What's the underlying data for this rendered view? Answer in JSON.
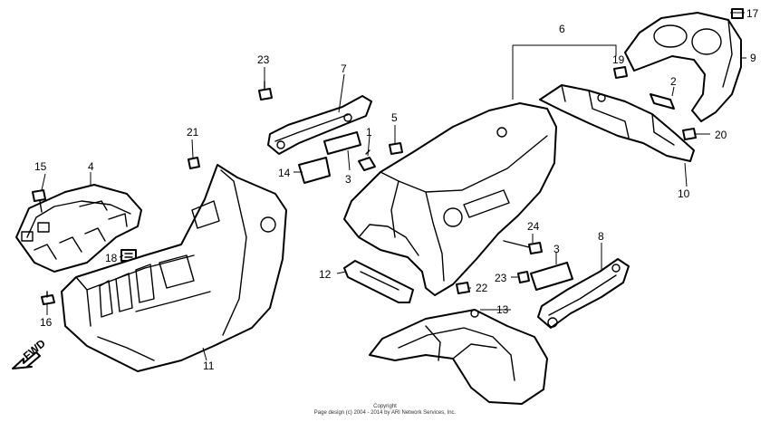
{
  "fwd_label": "FWD",
  "callouts": [
    {
      "id": "c1",
      "label": "1"
    },
    {
      "id": "c2",
      "label": "2"
    },
    {
      "id": "c3a",
      "label": "3"
    },
    {
      "id": "c3b",
      "label": "3"
    },
    {
      "id": "c4",
      "label": "4"
    },
    {
      "id": "c5",
      "label": "5"
    },
    {
      "id": "c6",
      "label": "6"
    },
    {
      "id": "c7",
      "label": "7"
    },
    {
      "id": "c8",
      "label": "8"
    },
    {
      "id": "c9",
      "label": "9"
    },
    {
      "id": "c10",
      "label": "10"
    },
    {
      "id": "c11",
      "label": "11"
    },
    {
      "id": "c12",
      "label": "12"
    },
    {
      "id": "c13",
      "label": "13"
    },
    {
      "id": "c14",
      "label": "14"
    },
    {
      "id": "c15",
      "label": "15"
    },
    {
      "id": "c16",
      "label": "16"
    },
    {
      "id": "c17",
      "label": "17"
    },
    {
      "id": "c18",
      "label": "18"
    },
    {
      "id": "c19",
      "label": "19"
    },
    {
      "id": "c20",
      "label": "20"
    },
    {
      "id": "c21",
      "label": "21"
    },
    {
      "id": "c22",
      "label": "22"
    },
    {
      "id": "c23a",
      "label": "23"
    },
    {
      "id": "c23b",
      "label": "23"
    },
    {
      "id": "c24",
      "label": "24"
    }
  ],
  "copyright": {
    "line1": "Copyright",
    "line2": "Page design (c) 2004 - 2014 by ARI Network Services, Inc."
  }
}
